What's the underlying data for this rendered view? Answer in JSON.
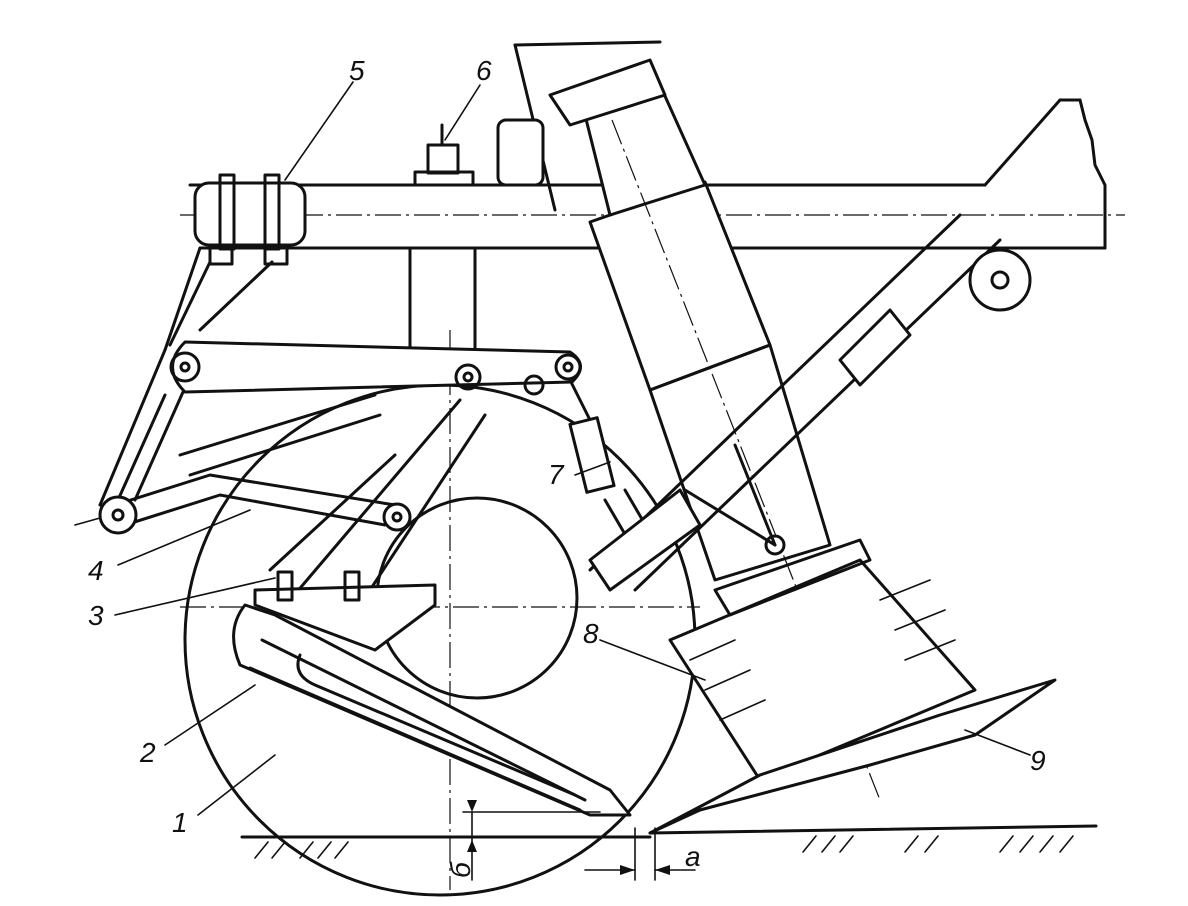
{
  "labels": {
    "l1": "1",
    "l2": "2",
    "l3": "3",
    "l4": "4",
    "l5": "5",
    "l6": "6",
    "l7": "7",
    "l8": "8",
    "l9": "9",
    "dim_a": "a",
    "dim_b": "б"
  }
}
